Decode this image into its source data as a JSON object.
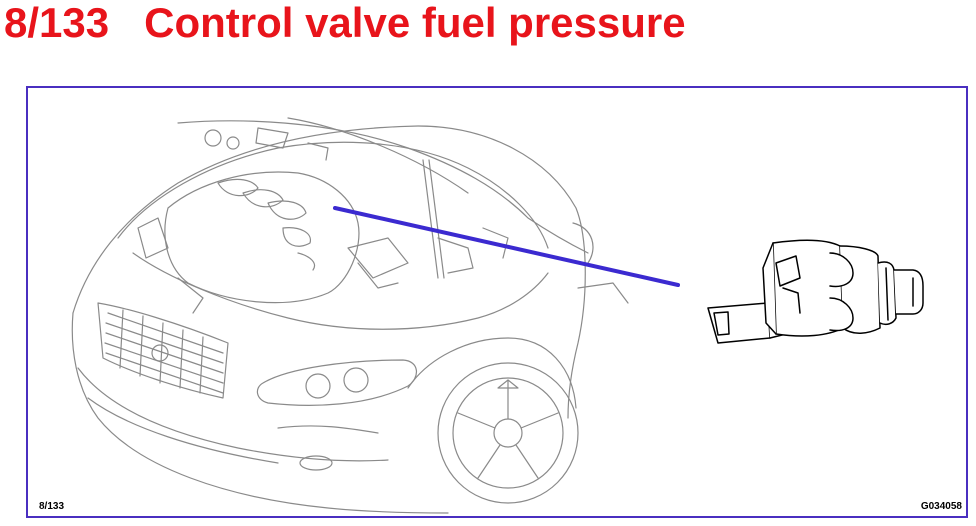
{
  "page": {
    "title": "8/133   Control valve fuel pressure"
  },
  "diagram": {
    "figure_number": "8/133",
    "figure_code": "G034058",
    "icons": [
      "car-engine-bay-illustration",
      "fuel-pressure-control-valve-illustration"
    ],
    "colors": {
      "title": "#e8141b",
      "frame": "#4a2fc0",
      "leader_line": "#3b2ad0",
      "linework": "#8a8a8a"
    }
  }
}
